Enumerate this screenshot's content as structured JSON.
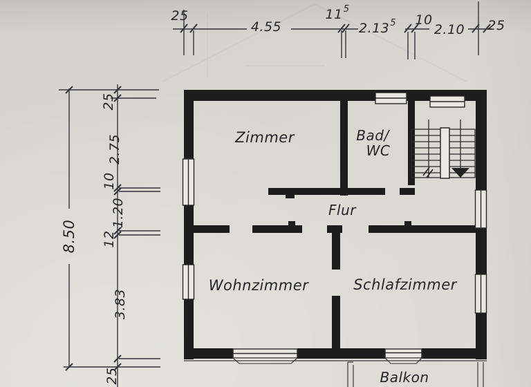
{
  "rooms": {
    "zimmer": "Zimmer",
    "bad_wc_line1": "Bad/",
    "bad_wc_line2": "WC",
    "flur": "Flur",
    "wohnzimmer": "Wohnzimmer",
    "schlafzimmer": "Schlafzimmer",
    "balkon": "Balkon"
  },
  "dimensions": {
    "top": {
      "wall_left": "25",
      "zimmer_width": "4.55",
      "wall_zimmer_bad": {
        "main": "11",
        "sup": "5"
      },
      "bad_width": {
        "main": "2.13",
        "sup": "5"
      },
      "wall_bad_stair": "10",
      "stair_width": "2.10",
      "wall_right": "25"
    },
    "left": {
      "wall_top": "25",
      "zimmer_depth": "2.75",
      "wall_inner_top": "10",
      "flur_width": "1.20",
      "wall_inner_bottom": "12",
      "wohnzimmer_depth": "3.83",
      "wall_bottom": "25",
      "overall": "8.50"
    }
  },
  "colors": {
    "paper": "#d9d7d2",
    "ink": "#2a2a2a",
    "wall": "#1d1d1d"
  }
}
